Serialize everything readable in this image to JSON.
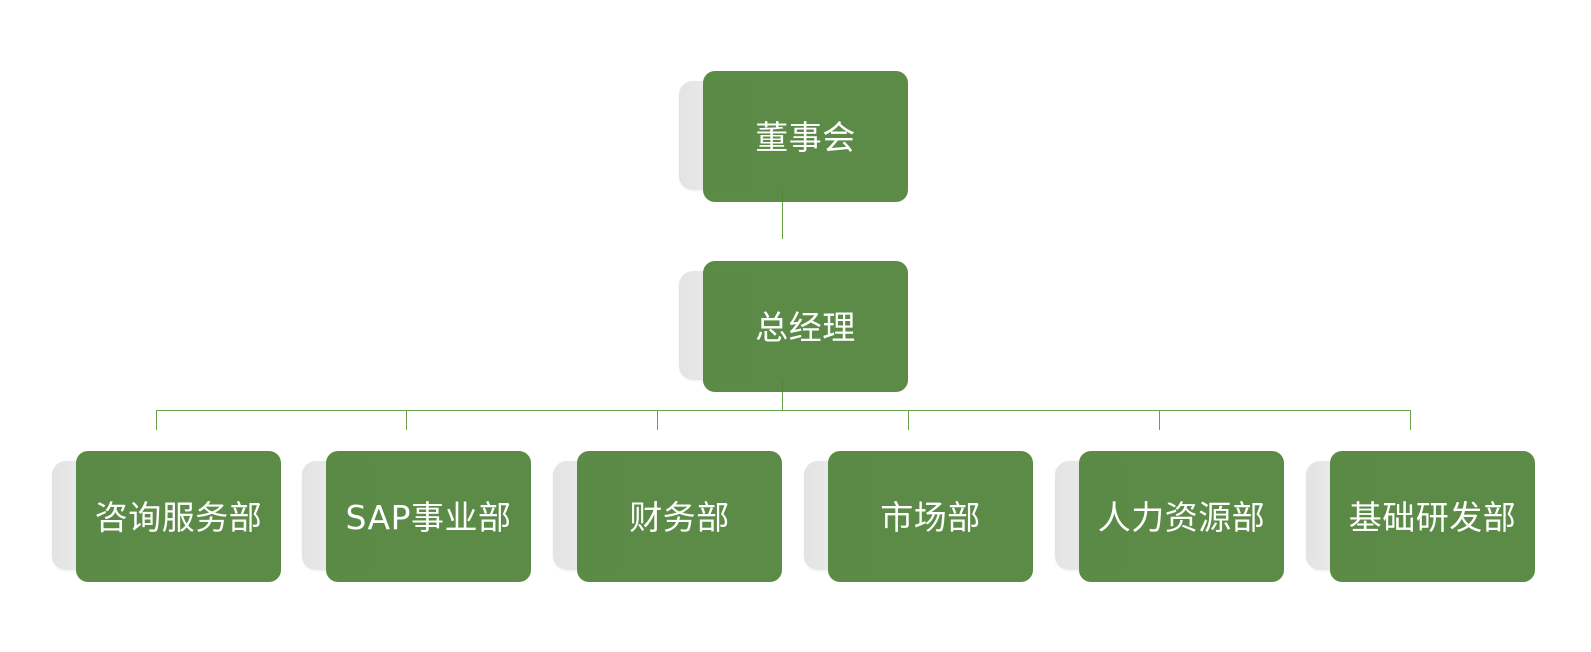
{
  "org_chart": {
    "levels": [
      {
        "nodes": [
          {
            "label": "董事会"
          }
        ]
      },
      {
        "nodes": [
          {
            "label": "总经理"
          }
        ]
      },
      {
        "nodes": [
          {
            "label": "咨询服务部"
          },
          {
            "label": "SAP事业部"
          },
          {
            "label": "财务部"
          },
          {
            "label": "市场部"
          },
          {
            "label": "人力资源部"
          },
          {
            "label": "基础研发部"
          }
        ]
      }
    ],
    "colors": {
      "node_fill": "#4f8238",
      "node_text": "#ffffff",
      "connector": "#6aa048",
      "shadow": "#e8e8e8"
    }
  }
}
